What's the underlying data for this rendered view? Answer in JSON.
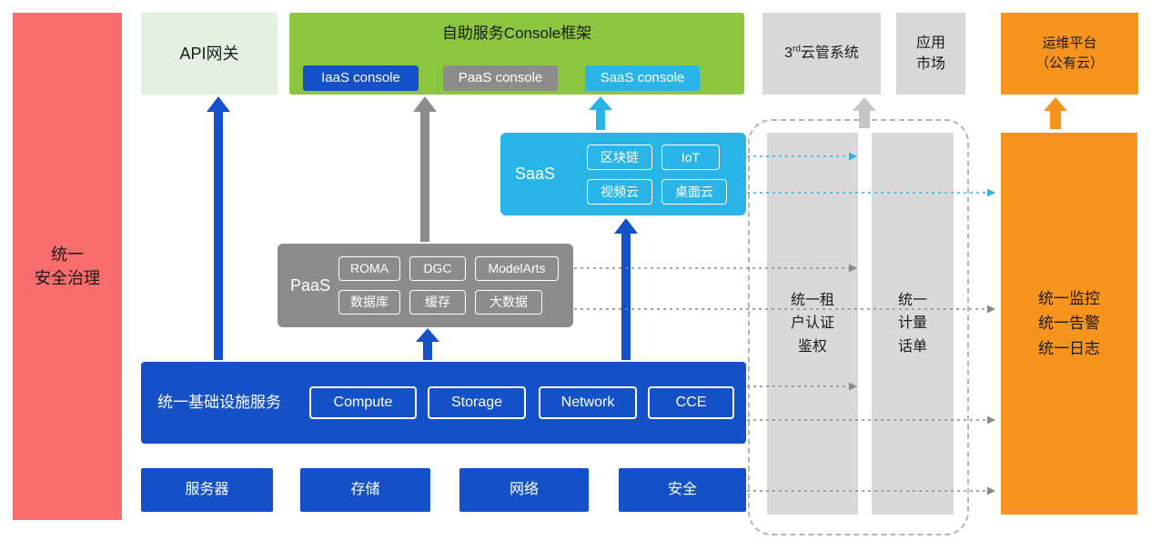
{
  "security_bar": {
    "label": "统一\n安全治理"
  },
  "api_gateway": {
    "label": "API网关"
  },
  "console_frame": {
    "title": "自助服务Console框架",
    "consoles": [
      {
        "label": "IaaS console"
      },
      {
        "label": "PaaS console"
      },
      {
        "label": "SaaS console"
      }
    ]
  },
  "third_cloud_mgmt": {
    "prefix": "3",
    "superscript": "rd",
    "suffix": "云管系统"
  },
  "app_market": {
    "label": "应用\n市场"
  },
  "om_platform": {
    "label": "运维平台\n（公有云）"
  },
  "saas": {
    "label": "SaaS",
    "items": [
      "区块链",
      "IoT",
      "视频云",
      "桌面云"
    ]
  },
  "paas": {
    "label": "PaaS",
    "items": [
      "ROMA",
      "DGC",
      "ModelArts",
      "数据库",
      "缓存",
      "大数据"
    ]
  },
  "iaas": {
    "label": "统一基础设施服务",
    "items": [
      "Compute",
      "Storage",
      "Network",
      "CCE"
    ]
  },
  "infrastructure": {
    "items": [
      "服务器",
      "存储",
      "网络",
      "安全"
    ]
  },
  "pillars": {
    "tenant_auth": "统一租\n户认证\n鉴权",
    "metering": "统一\n计量\n话单",
    "om": "统一监控\n统一告警\n统一日志"
  },
  "colors": {
    "blue": "#1450c8",
    "cyan": "#29b5e8",
    "gray": "#8c8c8c",
    "light_gray": "#d9d9d9",
    "green": "#8cc63f",
    "pale_green": "#e3f1e0",
    "salmon": "#f96d6e",
    "orange": "#f7941d"
  }
}
